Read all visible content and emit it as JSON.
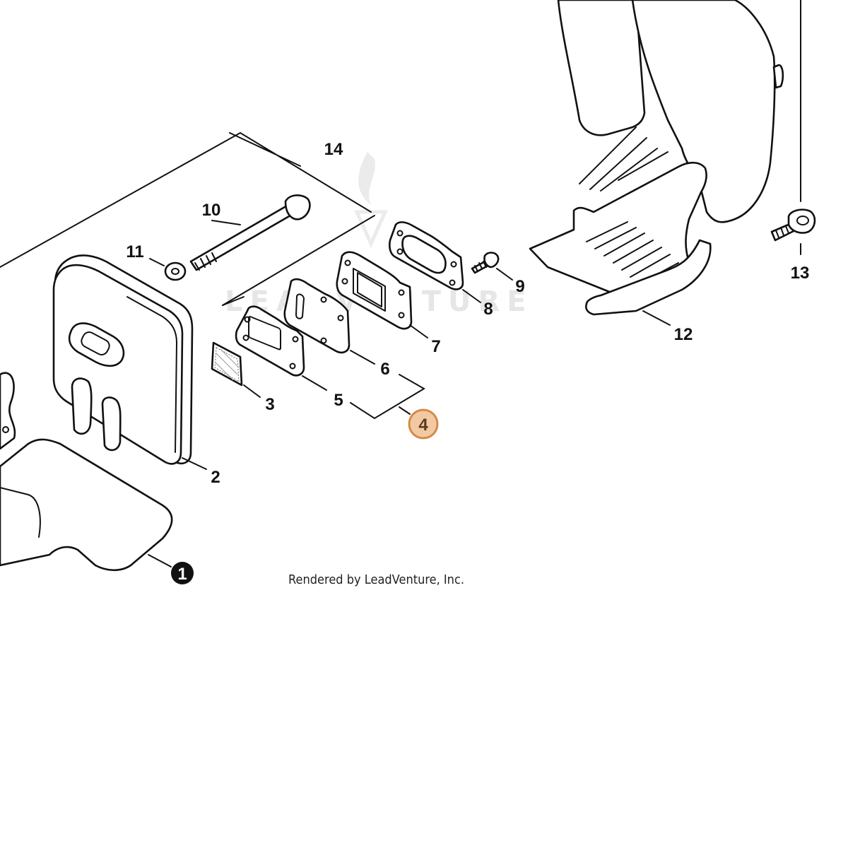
{
  "credit": "Rendered by LeadVenture, Inc.",
  "watermark": "LEADVENTURE",
  "colors": {
    "line": "#111111",
    "highlight_fill": "#f2c9a3",
    "highlight_stroke": "#d58b47",
    "filled_callout": "#111111",
    "watermark": "#c8c8c8"
  },
  "callouts": [
    {
      "id": "1",
      "label": "1",
      "style": "filled-circle"
    },
    {
      "id": "2",
      "label": "2",
      "style": "plain"
    },
    {
      "id": "3",
      "label": "3",
      "style": "plain"
    },
    {
      "id": "4",
      "label": "4",
      "style": "highlighted-circle"
    },
    {
      "id": "5",
      "label": "5",
      "style": "plain"
    },
    {
      "id": "6",
      "label": "6",
      "style": "plain"
    },
    {
      "id": "7",
      "label": "7",
      "style": "plain"
    },
    {
      "id": "8",
      "label": "8",
      "style": "plain"
    },
    {
      "id": "9",
      "label": "9",
      "style": "plain"
    },
    {
      "id": "10",
      "label": "10",
      "style": "plain"
    },
    {
      "id": "11",
      "label": "11",
      "style": "plain"
    },
    {
      "id": "12",
      "label": "12",
      "style": "plain"
    },
    {
      "id": "13",
      "label": "13",
      "style": "plain"
    },
    {
      "id": "14",
      "label": "14",
      "style": "plain"
    }
  ]
}
